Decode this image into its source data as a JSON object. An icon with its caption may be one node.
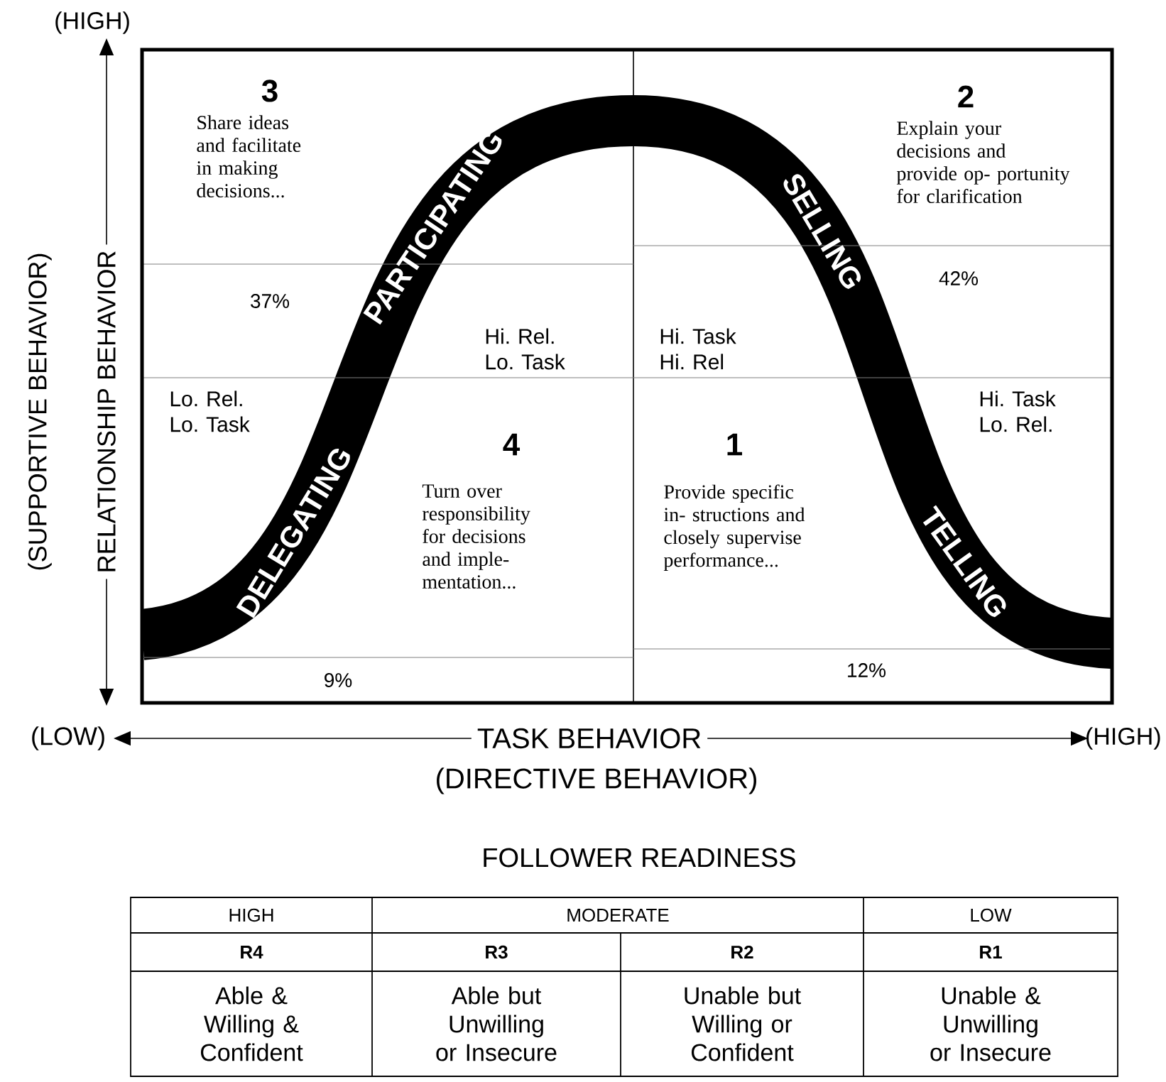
{
  "diagram": {
    "labels": [
      "(HIGH)",
      "3",
      "Share ideas and facilitate in making decisions...",
      "2",
      "Explain your decisions and provide op- portunity for clarification",
      "(SUPPORTIVE BEHAVIOR)",
      "RELATIONSHIP BEHAVIOR",
      "PARTICIPATING",
      "SELLING",
      "37%",
      "42%",
      "Hi. Rel. Lo. Task",
      "Hi. Task Hi. Rel",
      "Lo. Rel. Lo. Task",
      "Hi. Task Lo. Rel.",
      "4",
      "1",
      "DELEGATING",
      "Turn over responsibility for decisions and imple- mentation...",
      "Provide specific in- structions and closely supervise performance...",
      "TELLING",
      "9%",
      "12%",
      "(LOW)",
      "TASK BEHAVIOR",
      "(HIGH)",
      "(DIRECTIVE BEHAVIOR)",
      "FOLLOWER READINESS",
      "HIGH",
      "MODERATE",
      "LOW",
      "R4",
      "R3",
      "R2",
      "R1",
      "Able & Willing & Confident",
      "Able but Unwilling or Insecure",
      "Unable but Willing or Confident",
      "Unable & Unwilling or Insecure"
    ]
  }
}
